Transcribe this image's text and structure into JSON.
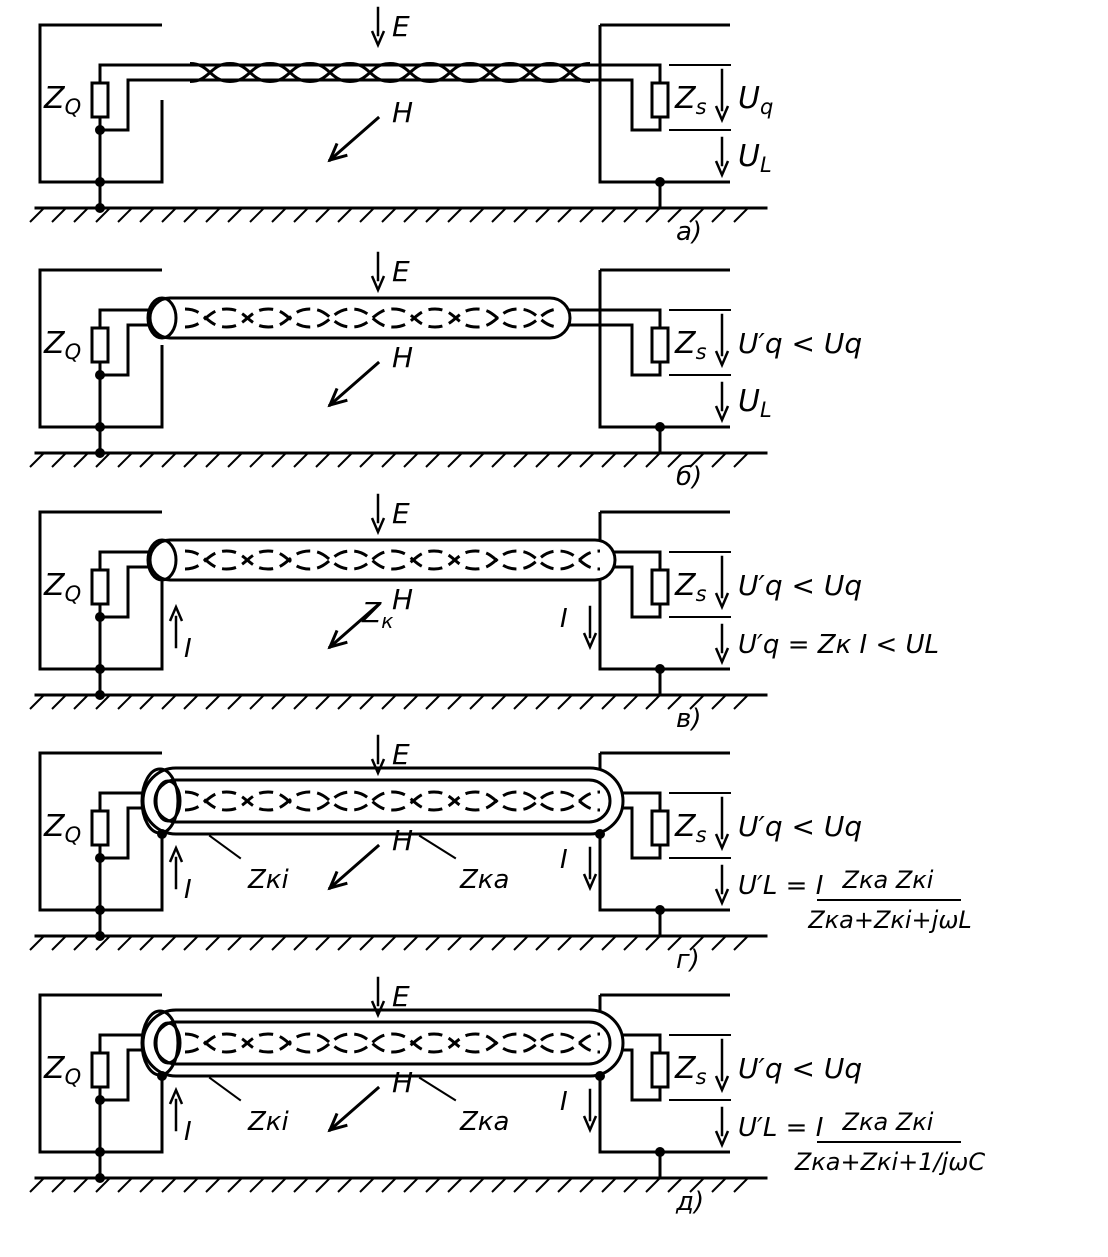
{
  "panels": [
    {
      "id": "a",
      "caption": "а)",
      "shield": "none",
      "labels": {
        "e": "E",
        "h": "H",
        "zq": "Z",
        "zq_sub": "Q",
        "zs": "Z",
        "zs_sub": "s",
        "r1": "U",
        "r1_sub": "q",
        "r2": "U",
        "r2_sub": "L"
      }
    },
    {
      "id": "b",
      "caption": "б)",
      "shield": "single-floating",
      "labels": {
        "e": "E",
        "h": "H",
        "zq": "Z",
        "zq_sub": "Q",
        "zs": "Z",
        "zs_sub": "s",
        "r1": "U′q < Uq",
        "r2": "U",
        "r2_sub": "L"
      }
    },
    {
      "id": "v",
      "caption": "в)",
      "shield": "single-grounded",
      "labels": {
        "e": "E",
        "h": "H",
        "zq": "Z",
        "zq_sub": "Q",
        "zs": "Z",
        "zs_sub": "s",
        "zk": "Z",
        "zk_sub": "к",
        "i": "I",
        "r1": "U′q < Uq",
        "r2": "U′q = Zк I < UL"
      }
    },
    {
      "id": "g",
      "caption": "г)",
      "shield": "double-inductive",
      "labels": {
        "e": "E",
        "h": "H",
        "zq": "Z",
        "zq_sub": "Q",
        "zs": "Z",
        "zs_sub": "s",
        "zki": "Zкi",
        "zka": "Zкa",
        "i": "I",
        "r1": "U′q < Uq",
        "r2": "U′L = I",
        "num": "Zкa Zкi",
        "den": "Zкa+Zкi+jωL"
      }
    },
    {
      "id": "d",
      "caption": "д)",
      "shield": "double-capacitive",
      "labels": {
        "e": "E",
        "h": "H",
        "zq": "Z",
        "zq_sub": "Q",
        "zs": "Z",
        "zs_sub": "s",
        "zki": "Zкi",
        "zka": "Zкa",
        "i": "I",
        "r1": "U′q < Uq",
        "r2": "U′L = I",
        "num": "Zкa Zкi",
        "den": "Zкa+Zкi+1/jωC"
      }
    }
  ]
}
